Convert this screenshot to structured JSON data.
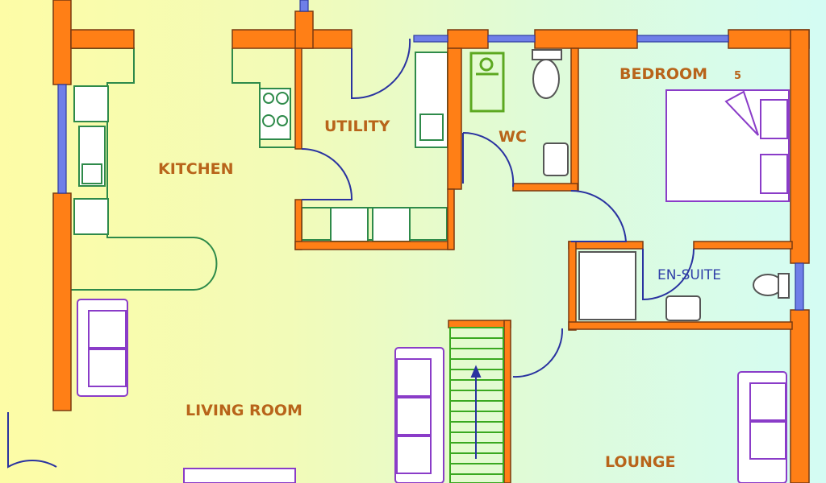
{
  "plan": {
    "rooms": {
      "kitchen": "KITCHEN",
      "utility": "UTILITY",
      "wc": "WC",
      "bedroom": "BEDROOM",
      "bedroom_number": "5",
      "ensuite": "EN-SUITE",
      "living_room": "LIVING ROOM",
      "lounge": "LOUNGE"
    },
    "colors": {
      "wall": "#ff7f16",
      "window": "#6f7fe8",
      "label": "#b8641a",
      "furniture": "#8a3cc8",
      "fittings": "#2e8a4a"
    }
  }
}
